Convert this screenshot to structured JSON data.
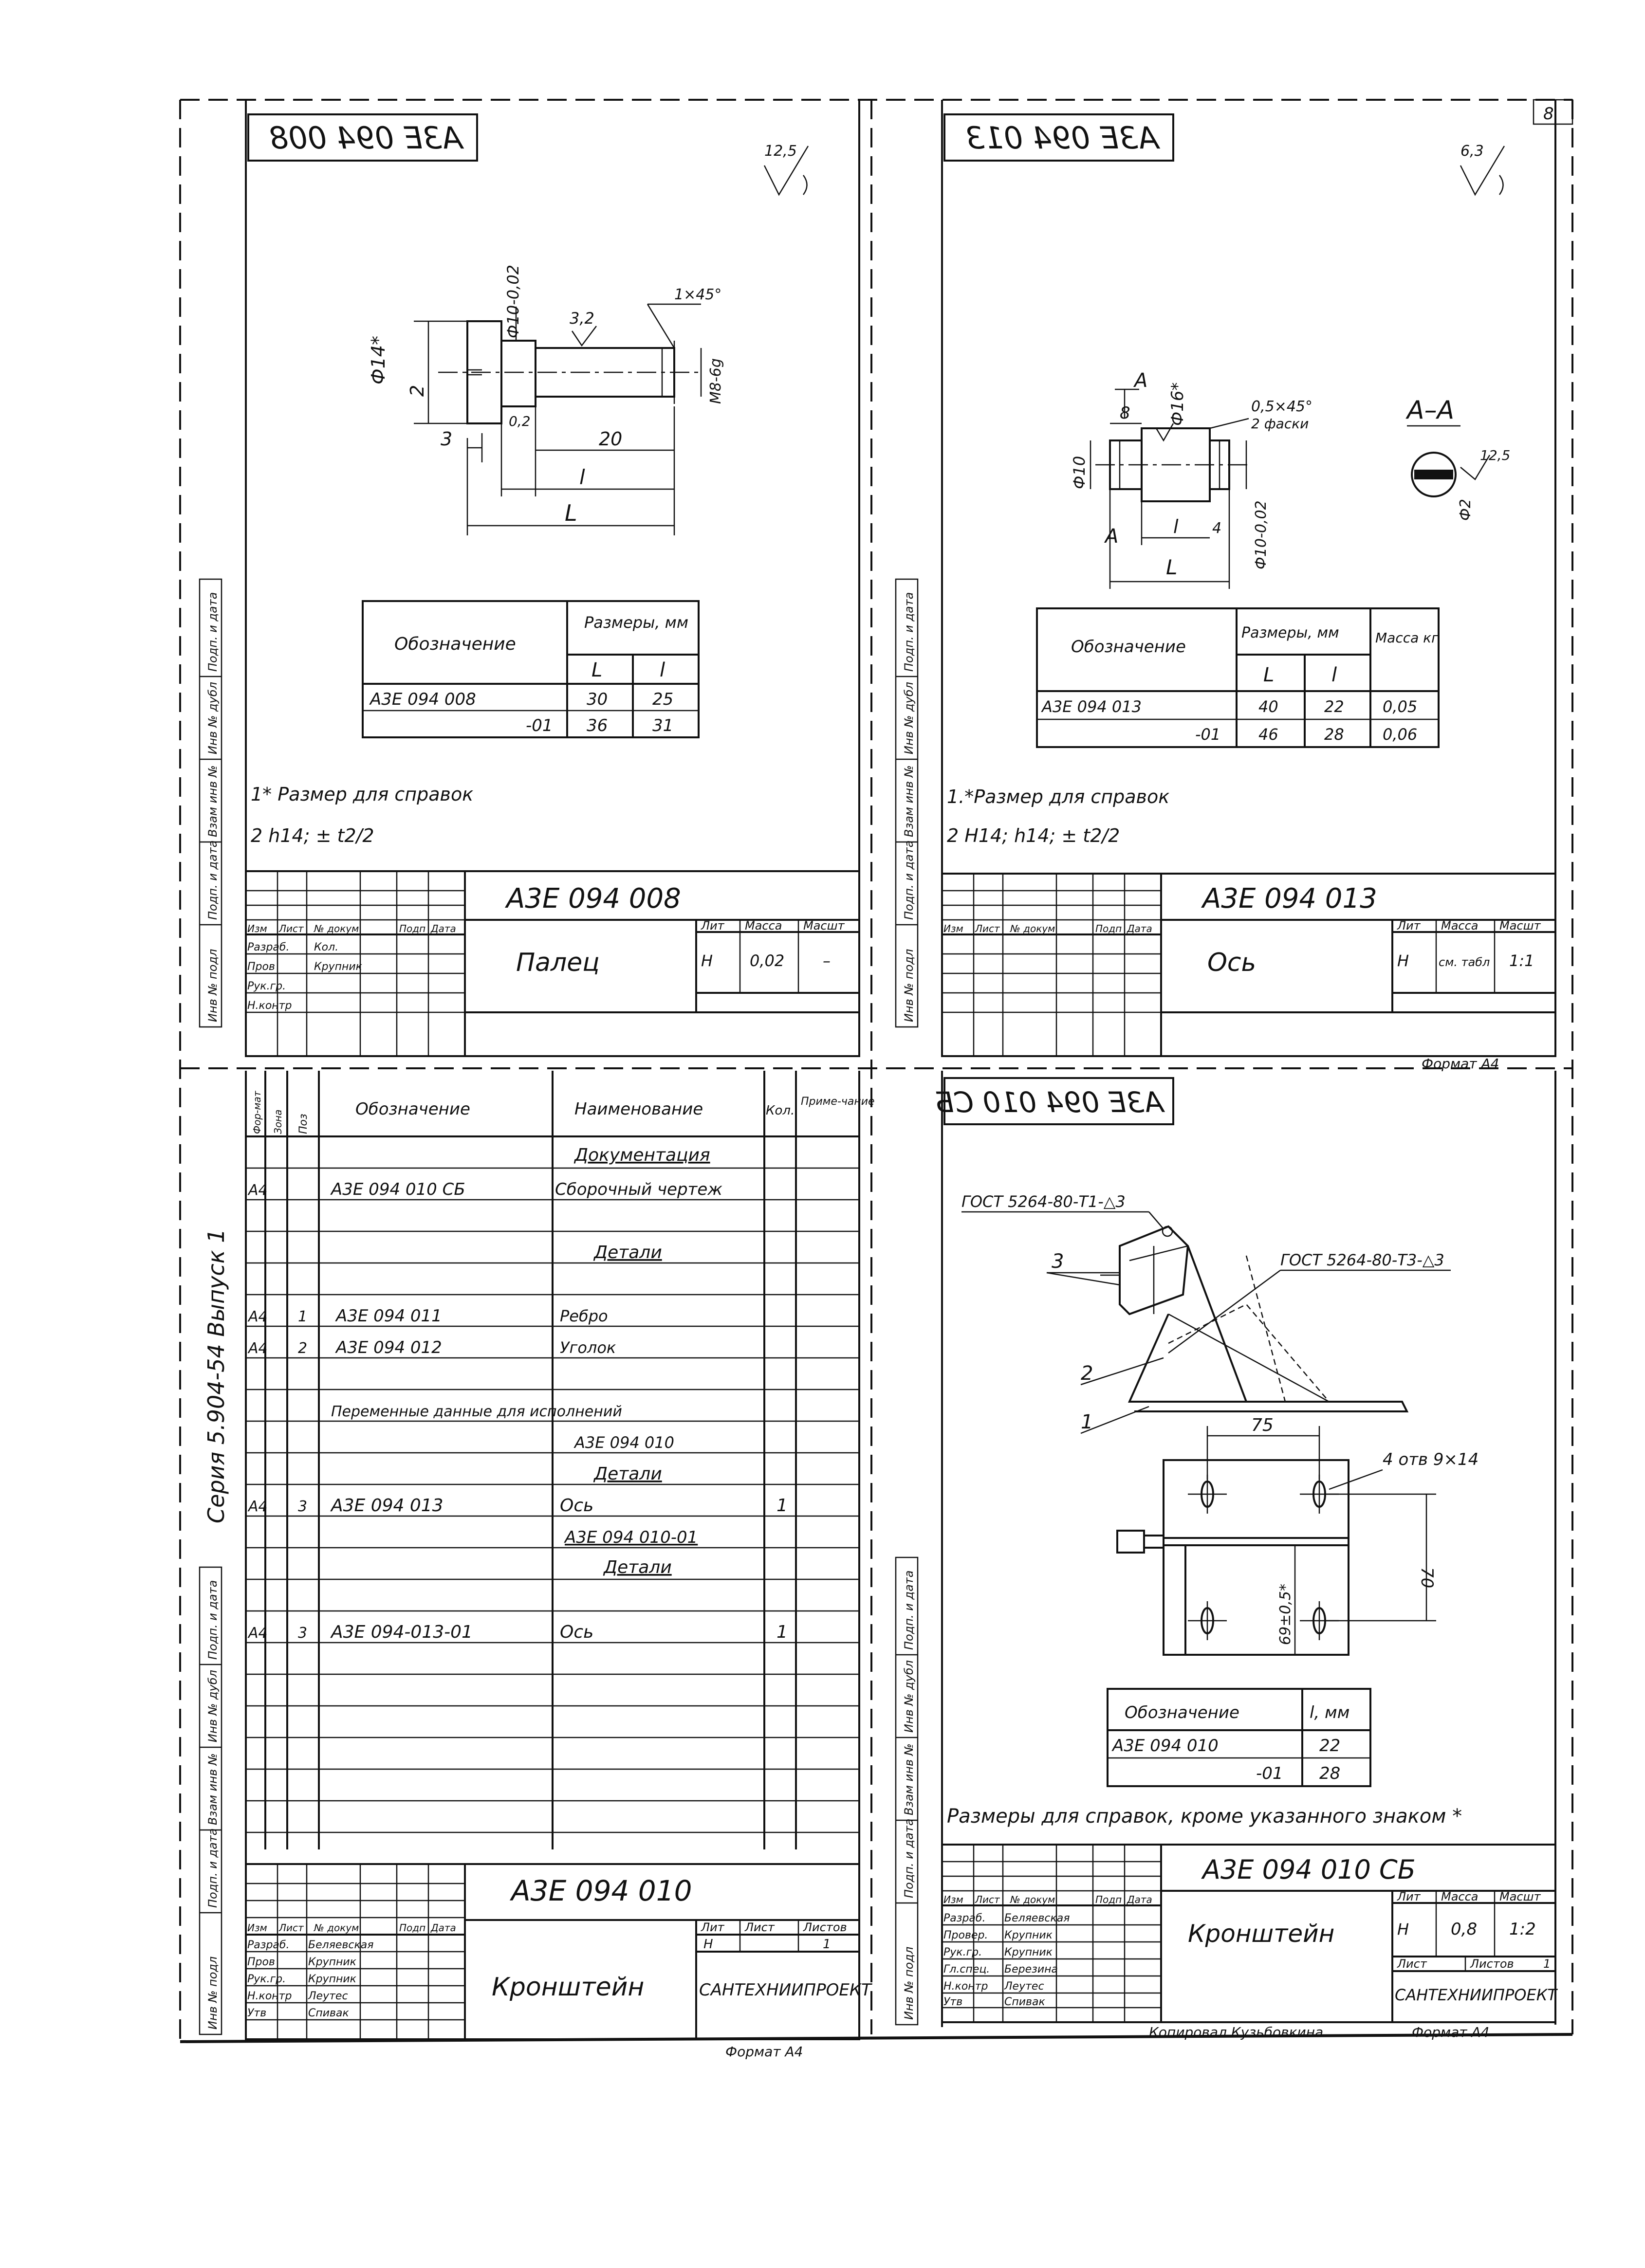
{
  "sheet_number": "8",
  "q1": {
    "id_mirrored": "A3E 094 008",
    "roughness": "12,5",
    "dims": {
      "d10": "Ф10-0,02",
      "roughness_inner": "3,2",
      "chamfer": "1×45°",
      "d14": "Ф14*",
      "two": "2",
      "thread": "M8-6g",
      "three": "3",
      "r02": "0,2",
      "twenty": "20",
      "l_small": "l",
      "l_big": "L"
    },
    "table": {
      "head_designation": "Обозначение",
      "head_dims": "Размеры, мм",
      "col_L": "L",
      "col_l": "l",
      "rows": [
        {
          "designation": "A3E 094 008",
          "L": "30",
          "l": "25"
        },
        {
          "designation": "-01",
          "L": "36",
          "l": "31"
        }
      ]
    },
    "notes": [
      "1* Размер для справок",
      "2 h14; ± t2/2"
    ],
    "title_block": {
      "code": "A3E 094 008",
      "name": "Палец",
      "lit": "Лит",
      "mass": "Масса",
      "scale": "Масшт",
      "lit_val": "Н",
      "mass_val": "0,02",
      "scale_val": "–",
      "cols": [
        "Изм",
        "Лист",
        "№ докум",
        "Подп",
        "Дата"
      ],
      "rows": [
        "Разраб.",
        "Пров",
        "Рук.гр.",
        "Н.контр"
      ],
      "names": [
        "Кол.",
        "Крупник",
        "",
        ""
      ]
    }
  },
  "q2": {
    "id_mirrored": "A3E 094 013",
    "roughness": "6,3",
    "section": "A–A",
    "dims": {
      "a": "A",
      "eight": "8",
      "d16": "Ф16*",
      "chamfer": "0,5×45°",
      "chamfer2": "2 фаски",
      "d10": "Ф10",
      "d10t": "Ф10-0,02",
      "l_small": "l",
      "four": "4",
      "l_big": "L",
      "d2": "Ф2",
      "rough2": "12,5"
    },
    "table": {
      "head_designation": "Обозначение",
      "head_dims": "Размеры, мм",
      "head_mass": "Масса кг",
      "col_L": "L",
      "col_l": "l",
      "rows": [
        {
          "designation": "A3E 094 013",
          "L": "40",
          "l": "22",
          "mass": "0,05"
        },
        {
          "designation": "-01",
          "L": "46",
          "l": "28",
          "mass": "0,06"
        }
      ]
    },
    "notes": [
      "1.*Размер для справок",
      "2 H14; h14; ± t2/2"
    ],
    "title_block": {
      "code": "A3E 094 013",
      "name": "Ось",
      "lit": "Лит",
      "mass": "Масса",
      "scale": "Масшт",
      "lit_val": "Н",
      "mass_val": "см. табл",
      "scale_val": "1:1",
      "cols": [
        "Изм",
        "Лист",
        "№ докум",
        "Подп",
        "Дата"
      ]
    },
    "format": "Формат А4"
  },
  "q3": {
    "spec_heads": [
      "Фор-мат",
      "Зона",
      "Поз",
      "Обозначение",
      "Наименование",
      "Кол.",
      "Приме-чание"
    ],
    "spec_rows": [
      {
        "fmt": "",
        "pos": "",
        "des": "",
        "name": "Документация",
        "qty": "",
        "underline": true
      },
      {
        "fmt": "А4",
        "pos": "",
        "des": "A3E 094 010 СБ",
        "name": "Сборочный чертеж",
        "qty": ""
      },
      {
        "fmt": "",
        "pos": "",
        "des": "",
        "name": "Детали",
        "qty": "",
        "underline": true
      },
      {
        "fmt": "А4",
        "pos": "1",
        "des": "A3E 094 011",
        "name": "Ребро",
        "qty": ""
      },
      {
        "fmt": "А4",
        "pos": "2",
        "des": "A3E 094 012",
        "name": "Уголок",
        "qty": ""
      },
      {
        "fmt": "",
        "pos": "",
        "des": "",
        "name": "",
        "qty": ""
      },
      {
        "fmt": "",
        "pos": "",
        "des": "Переменные данные для исполнений",
        "name": "",
        "qty": ""
      },
      {
        "fmt": "",
        "pos": "",
        "des": "",
        "name": "A3E 094 010",
        "qty": ""
      },
      {
        "fmt": "",
        "pos": "",
        "des": "",
        "name": "Детали",
        "qty": "",
        "underline": true
      },
      {
        "fmt": "А4",
        "pos": "3",
        "des": "A3E 094 013",
        "name": "Ось",
        "qty": "1"
      },
      {
        "fmt": "",
        "pos": "",
        "des": "",
        "name": "A3E 094 010-01",
        "qty": "",
        "underline": true
      },
      {
        "fmt": "",
        "pos": "",
        "des": "",
        "name": "Детали",
        "qty": "",
        "underline": true
      },
      {
        "fmt": "",
        "pos": "",
        "des": "",
        "name": "",
        "qty": ""
      },
      {
        "fmt": "А4",
        "pos": "3",
        "des": "A3E 094-013-01",
        "name": "Ось",
        "qty": "1"
      }
    ],
    "left_caption": "Серия  5.904-54  Выпуск 1",
    "title_block": {
      "code": "A3E 094 010",
      "name": "Кронштейн",
      "lit": "Лит",
      "sheet": "Лист",
      "sheets": "Листов",
      "lit_val": "Н",
      "sheet_val": "",
      "sheets_val": "1",
      "org": "САНТЕХНИИПРОЕКТ",
      "rows": [
        "Разраб.",
        "Пров",
        "Рук.гр.",
        "Н.контр",
        "Утв"
      ],
      "names": [
        "Беляевская",
        "Крупник",
        "Крупник",
        "Леутес",
        "Спивак"
      ],
      "cols": [
        "Изм",
        "Лист",
        "№ докум",
        "Подп",
        "Дата"
      ]
    },
    "format": "Формат А4"
  },
  "q4": {
    "id_mirrored": "A3E 094 010 СБ",
    "weld1": "ГОСТ 5264-80-Т1-△3",
    "weld2": "ГОСТ 5264-80-Т3-△3",
    "callouts": [
      "3",
      "2",
      "1"
    ],
    "dims": {
      "d75": "75",
      "holes": "4 отв 9×14",
      "d70": "70",
      "d69": "69±0,5*"
    },
    "table": {
      "head_designation": "Обозначение",
      "head_l": "l, мм",
      "rows": [
        {
          "designation": "A3E 094 010",
          "l": "22"
        },
        {
          "designation": "-01",
          "l": "28"
        }
      ]
    },
    "note": "Размеры для справок, кроме указанного знаком *",
    "title_block": {
      "code": "A3E 094 010 СБ",
      "name": "Кронштейн",
      "lit": "Лит",
      "mass": "Масса",
      "scale": "Масшт",
      "lit_val": "Н",
      "mass_val": "0,8",
      "scale_val": "1:2",
      "sheet": "Лист",
      "sheets": "Листов",
      "sheets_val": "1",
      "org": "САНТЕХНИИПРОЕКТ",
      "rows": [
        "Разраб.",
        "Провер.",
        "Рук.гр.",
        "Гл.спец.",
        "Н.контр",
        "Утв"
      ],
      "names": [
        "Беляевская",
        "Крупник",
        "Крупник",
        "Березина",
        "Леутес",
        "Спивак"
      ],
      "cols": [
        "Изм",
        "Лист",
        "№ докум",
        "Подп",
        "Дата"
      ]
    },
    "copied": "Копировал  Кузьбовкина",
    "format": "Формат А4"
  },
  "side_stamps": [
    "Инв № подл",
    "Подп. и дата",
    "Взам инв №",
    "Инв № дубл",
    "Подп. и дата"
  ]
}
